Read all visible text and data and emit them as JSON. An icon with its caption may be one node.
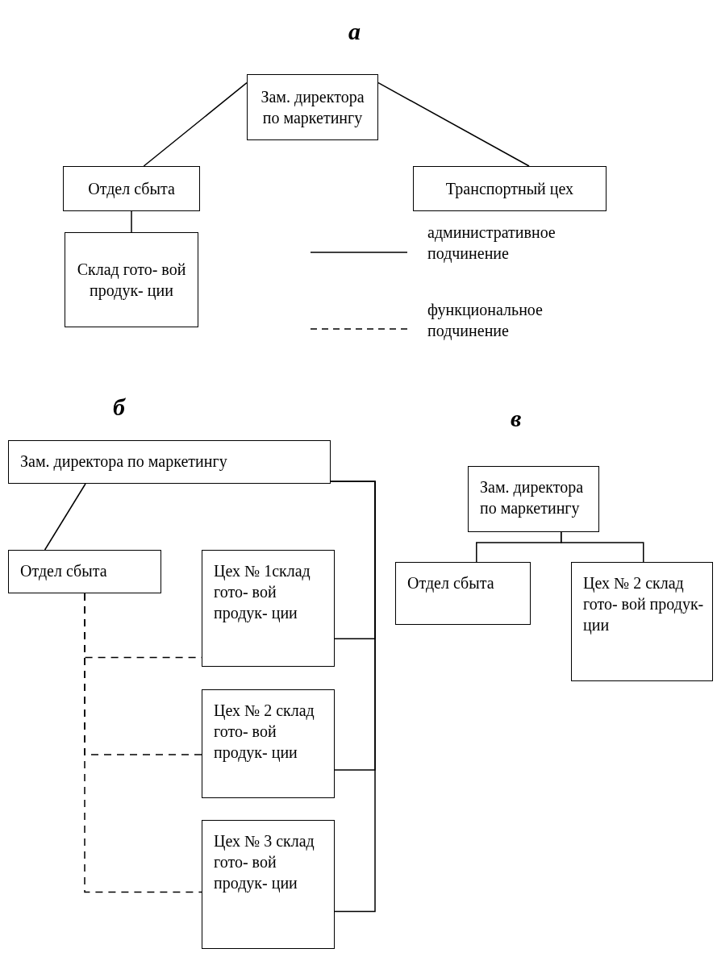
{
  "diagram": {
    "nodes": [
      {
        "text": [
          "Зам. директора по маркетингу"
        ]
      },
      {
        "text": [
          "Отдел сбыта"
        ]
      },
      {
        "text": [
          "Транспортный цех"
        ]
      },
      {
        "text": [
          "Склад гото- вой продук- ции"
        ]
      },
      {
        "text": [
          "Зам. директора по маркетингу"
        ]
      },
      {
        "text": [
          "Отдел сбыта"
        ]
      },
      {
        "text": [
          "Цех № 1склад гото- вой продук- ции"
        ]
      },
      {
        "text": [
          "Цех № 2 склад гото- вой продук- ции"
        ]
      },
      {
        "text": [
          "Цех № 3 склад гото- вой продук- ции"
        ]
      },
      {
        "text": [
          "Зам. директора по маркетингу"
        ]
      },
      {
        "text": [
          "Отдел сбыта"
        ]
      },
      {
        "text": [
          "Цех № 2 склад гото- вой продук- ции"
        ]
      }
    ],
    "edges": [
      {
        "from": 0,
        "to": 1,
        "arrow": "none"
      },
      {
        "from": 0,
        "to": 2,
        "arrow": "none"
      },
      {
        "from": 1,
        "to": 3,
        "arrow": "none"
      },
      {
        "from": 4,
        "to": 5,
        "arrow": "none"
      },
      {
        "from": 4,
        "to": 6,
        "arrow": "none"
      },
      {
        "from": 4,
        "to": 7,
        "arrow": "none"
      },
      {
        "from": 4,
        "to": 8,
        "arrow": "none"
      },
      {
        "from": 5,
        "to": 6,
        "arrow": "none",
        "style": "dashed"
      },
      {
        "from": 5,
        "to": 7,
        "arrow": "none",
        "style": "dashed"
      },
      {
        "from": 5,
        "to": 8,
        "arrow": "none",
        "style": "dashed"
      },
      {
        "from": 9,
        "to": 10,
        "arrow": "none"
      },
      {
        "from": 9,
        "to": 11,
        "arrow": "none"
      }
    ],
    "labels": [
      "а",
      "б",
      "в"
    ],
    "legend": [
      {
        "text": "административное подчинение"
      },
      {
        "text": "функциональное подчинение"
      }
    ]
  }
}
